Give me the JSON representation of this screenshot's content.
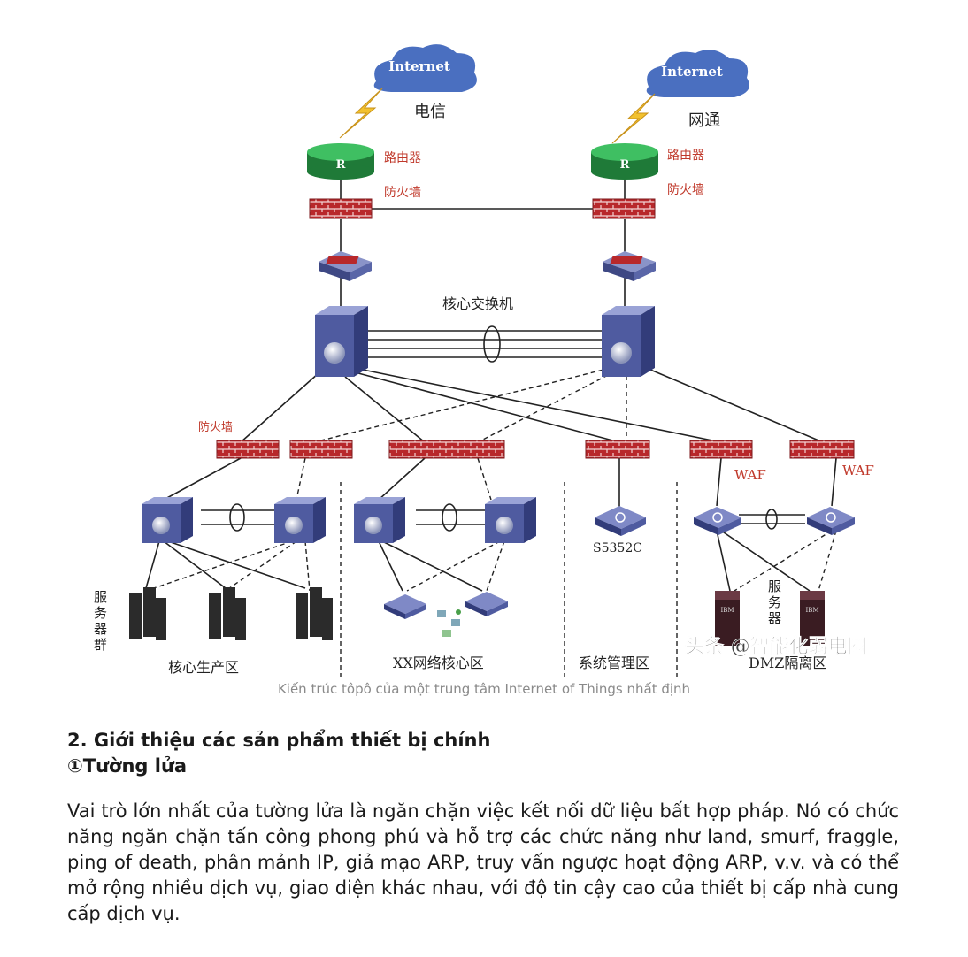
{
  "figure": {
    "clouds": [
      "Internet",
      "Internet"
    ],
    "isp_labels": [
      "电信",
      "网通"
    ],
    "router_labels": [
      "路由器",
      "路由器"
    ],
    "firewall_labels": [
      "防火墙",
      "防火墙"
    ],
    "router_glyph": "R",
    "core_label": "核心交换机",
    "zone_firewall_label": "防火墙",
    "waf_labels": [
      "WAF",
      "WAF"
    ],
    "switch_model": "S5352C",
    "server_group_label": "服务器群",
    "dmz_server_label": "服务器",
    "zones": [
      "核心生产区",
      "XX网络核心区",
      "系统管理区",
      "DMZ隔离区"
    ],
    "watermark": "头条 @智能化弱电圈",
    "ibm": "IBM",
    "colors": {
      "firewall": "#b8282b",
      "switch": "#4f5ba0",
      "router": "#2a9a4a",
      "cloud": "#4a6fc0",
      "zone_text": "#c0392b"
    }
  },
  "caption": "Kiến trúc tôpô của một trung tâm Internet of Things nhất định",
  "section_heading": "2. Giới thiệu các sản phẩm thiết bị chính",
  "subheading": "①Tường lửa",
  "paragraph": "Vai trò lớn nhất của tường lửa là ngăn chặn việc kết nối dữ liệu bất hợp pháp. Nó có chức năng ngăn chặn tấn công phong phú và hỗ trợ các chức năng như land, smurf, fraggle, ping of death, phân mảnh IP, giả mạo ARP, truy vấn ngược hoạt động ARP, v.v. và có thể mở rộng nhiều dịch vụ, giao diện khác nhau, với độ tin cậy cao của thiết bị cấp nhà cung cấp dịch vụ."
}
